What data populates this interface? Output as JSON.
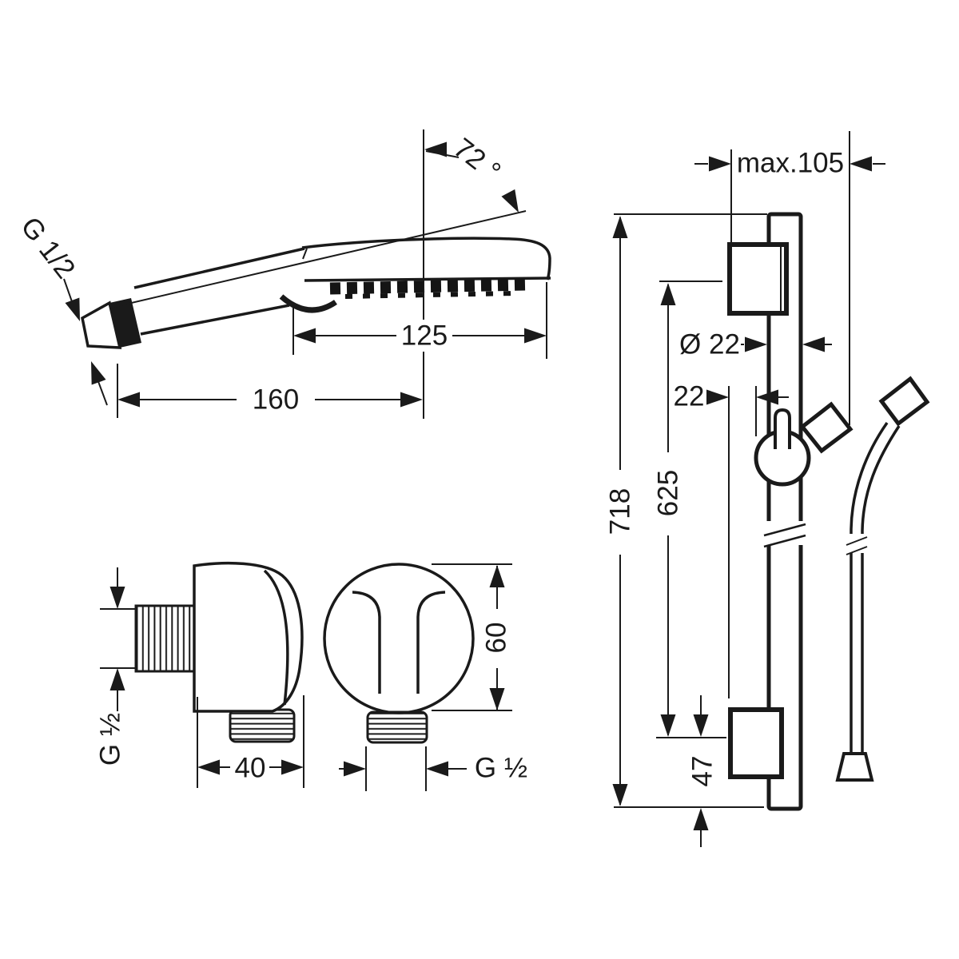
{
  "colors": {
    "ink": "#1a1a1a",
    "background": "#ffffff"
  },
  "hand_shower": {
    "angle": "72 °",
    "thread": "G 1/2",
    "head_width": "125",
    "length": "160"
  },
  "wall_outlet_side": {
    "thread": "G ½",
    "width": "40"
  },
  "wall_outlet_front": {
    "height": "60",
    "thread": "G ½"
  },
  "wall_bar": {
    "max_reach": "max.105",
    "total_height": "718",
    "hole_distance": "625",
    "diameter": "Ø 22",
    "wall_offset": "22",
    "bottom_offset": "47"
  }
}
